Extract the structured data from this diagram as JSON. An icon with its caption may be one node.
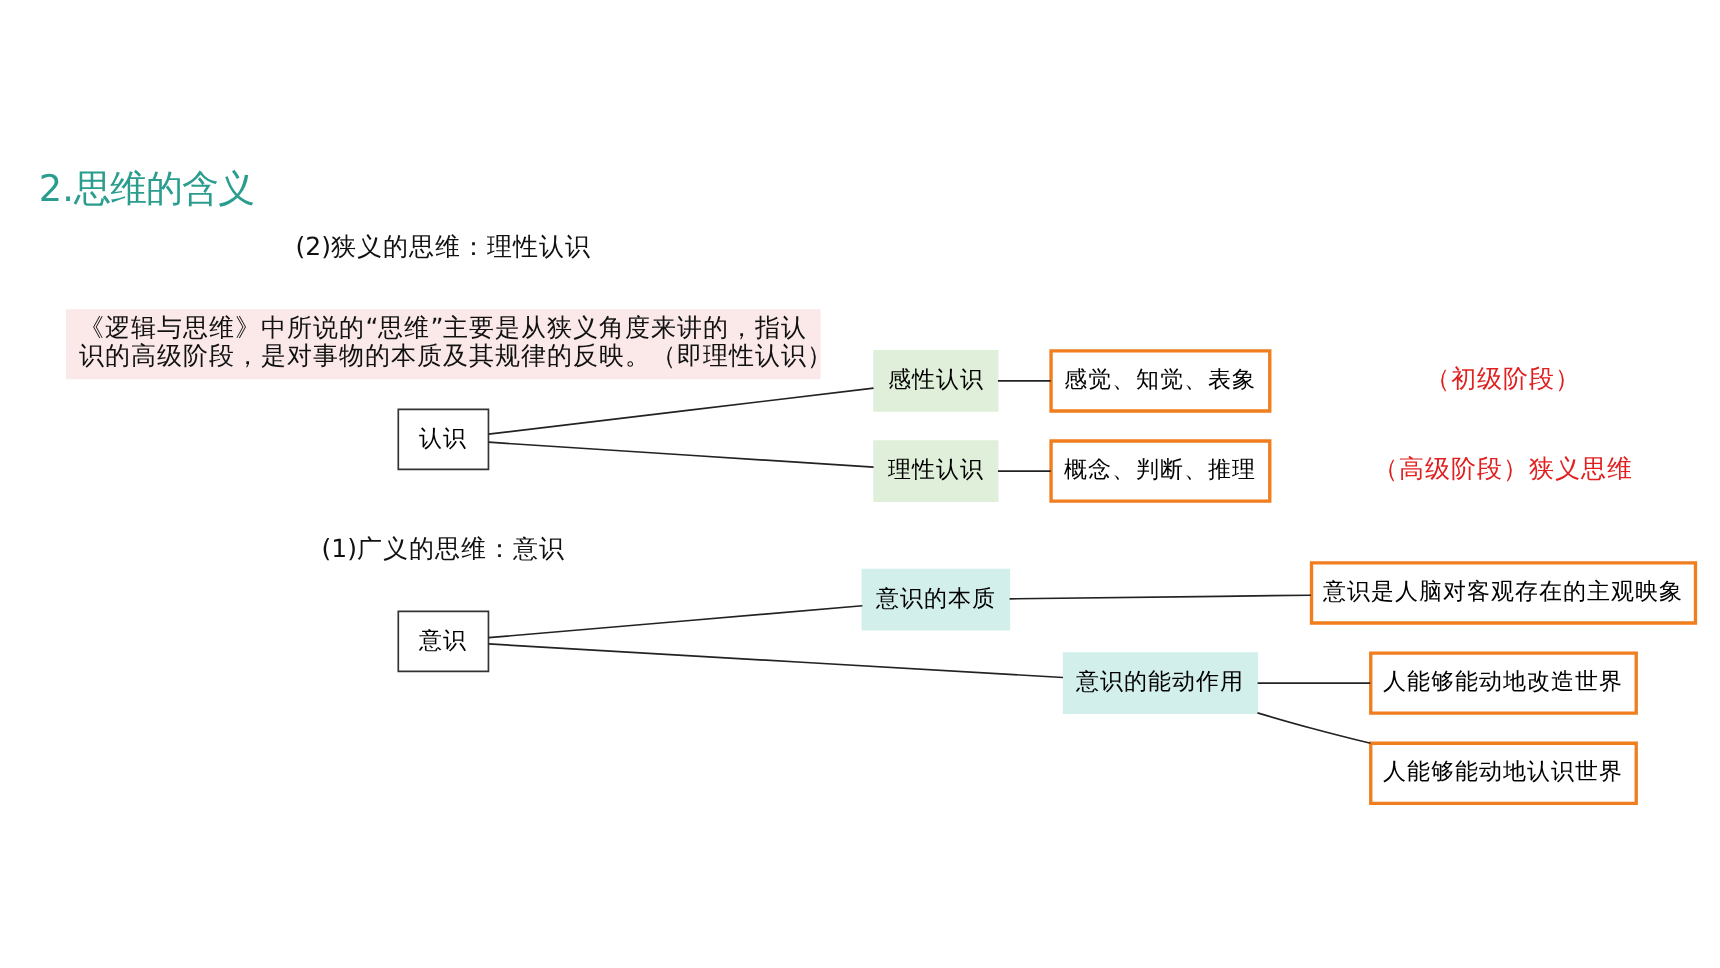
{
  "diagram": {
    "title": "2.思维的含义",
    "nodes": [
      {
        "text": [
          "意识"
        ]
      },
      {
        "text": [
          "意识的本质"
        ]
      },
      {
        "text": [
          "意识是人脑对客观存在的主观映象"
        ]
      },
      {
        "text": [
          "意识的能动作用"
        ]
      },
      {
        "text": [
          "人能够能动地认识世界"
        ]
      },
      {
        "text": [
          "人能够能动地改造世界"
        ]
      },
      {
        "text": [
          "认识"
        ]
      },
      {
        "text": [
          "感性认识"
        ]
      },
      {
        "text": [
          "感觉、知觉、表象"
        ]
      },
      {
        "text": [
          "理性认识"
        ]
      },
      {
        "text": [
          "概念、判断、推理"
        ]
      }
    ],
    "edges": [
      {
        "from": 0,
        "to": 1,
        "arrow": "none"
      },
      {
        "from": 0,
        "to": 3,
        "arrow": "none"
      },
      {
        "from": 1,
        "to": 2,
        "arrow": "none"
      },
      {
        "from": 3,
        "to": 4,
        "arrow": "none"
      },
      {
        "from": 3,
        "to": 5,
        "arrow": "none"
      },
      {
        "from": 6,
        "to": 7,
        "arrow": "none"
      },
      {
        "from": 6,
        "to": 9,
        "arrow": "none"
      },
      {
        "from": 7,
        "to": 8,
        "arrow": "none"
      },
      {
        "from": 9,
        "to": 10,
        "arrow": "none"
      }
    ],
    "labels": [
      "(1)广义的思维：意识",
      "(2)狭义的思维：理性认识",
      "（初级阶段）",
      "（高级阶段）狭义思维",
      "《逻辑与思维》中所说的“思维”主要是从狭义角度来讲的，指认识的高级阶段，是对事物的本质及其规律的反映。（即理性认识）"
    ]
  }
}
